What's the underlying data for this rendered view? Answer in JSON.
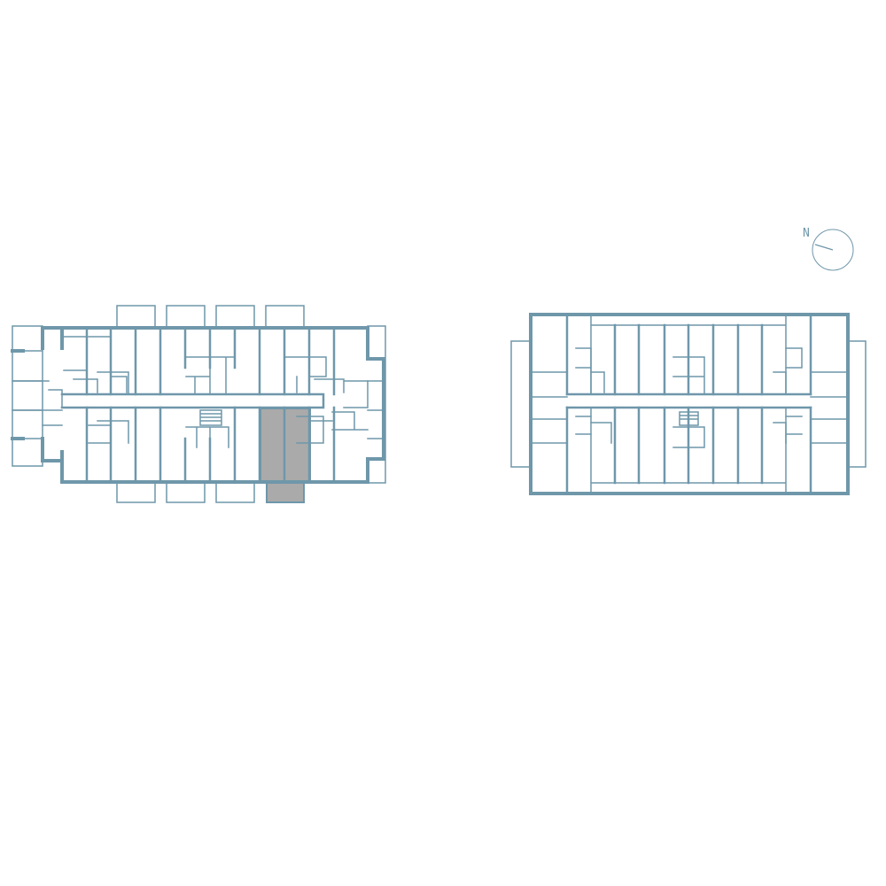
{
  "colors": {
    "wall": "#6f97aa",
    "highlight": "#aaaaaa",
    "background": "#ffffff"
  },
  "compass": {
    "label": "N",
    "icon": "compass-icon"
  },
  "selection": {
    "building": "building-left",
    "unit_icon": "highlighted-apartment"
  }
}
